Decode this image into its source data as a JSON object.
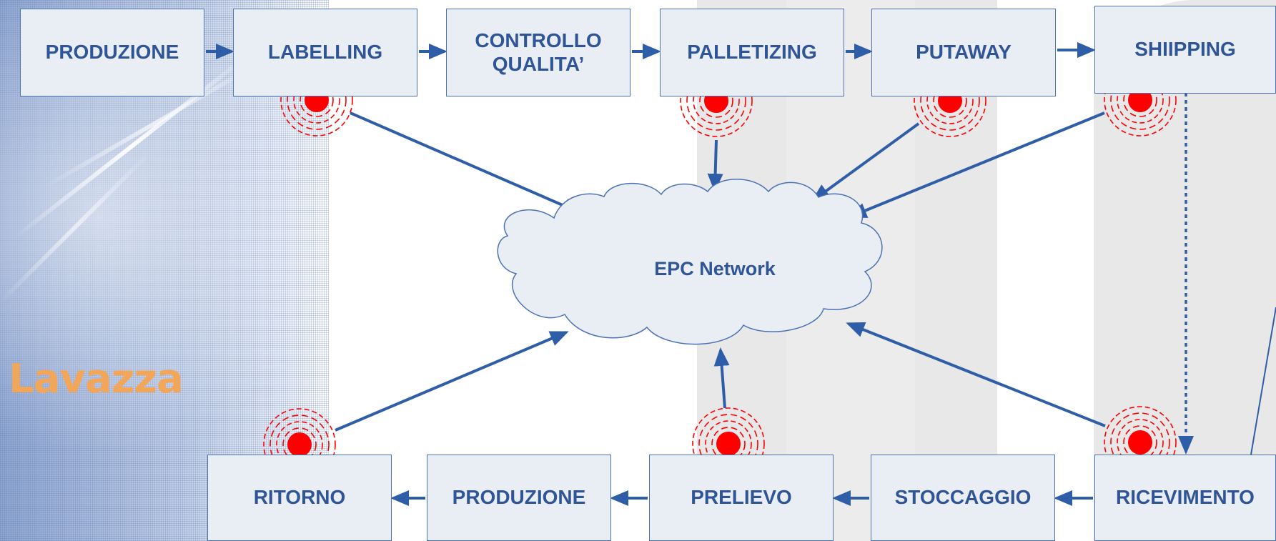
{
  "brand": "Lavazza",
  "cloud": {
    "label": "EPC Network"
  },
  "top_row": [
    {
      "id": "produzione-top",
      "label": "PRODUZIONE",
      "rfid": false
    },
    {
      "id": "labelling",
      "label": "LABELLING",
      "rfid": true
    },
    {
      "id": "controllo-qualita",
      "label": "CONTROLLO\nQUALITA’",
      "rfid": false
    },
    {
      "id": "palletizing",
      "label": "PALLETIZING",
      "rfid": true
    },
    {
      "id": "putaway",
      "label": "PUTAWAY",
      "rfid": true
    },
    {
      "id": "shiipping",
      "label": "SHIIPPING",
      "rfid": true
    }
  ],
  "bottom_row": [
    {
      "id": "ritorno",
      "label": "RITORNO",
      "rfid": true
    },
    {
      "id": "produzione-bottom",
      "label": "PRODUZIONE",
      "rfid": false
    },
    {
      "id": "prelievo",
      "label": "PRELIEVO",
      "rfid": true
    },
    {
      "id": "stoccaggio",
      "label": "STOCCAGGIO",
      "rfid": false
    },
    {
      "id": "ricevimento",
      "label": "RICEVIMENTO",
      "rfid": true
    }
  ],
  "colors": {
    "box_fill": "#e9edf4",
    "box_border": "#4a72b5",
    "text": "#2f5597",
    "arrow": "#2e5ea8",
    "rfid": "#ff0000",
    "brand": "#f2a65a"
  }
}
